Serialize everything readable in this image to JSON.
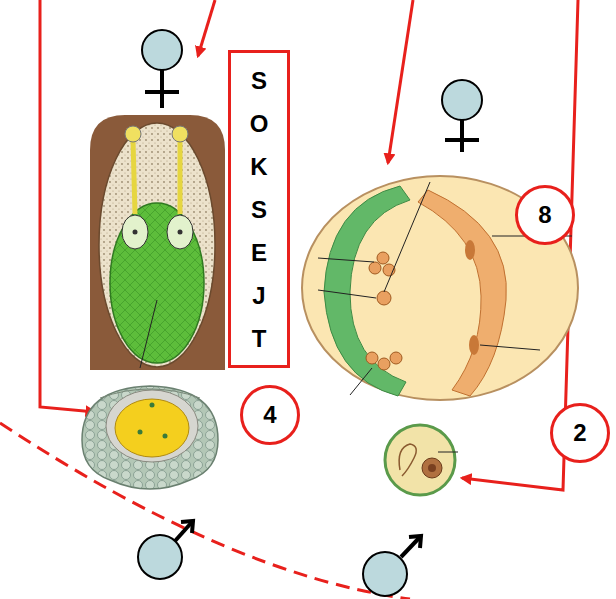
{
  "diagram": {
    "nodes": [
      {
        "text": [
          "SOK SEJT"
        ]
      },
      {
        "text": [
          "8"
        ]
      },
      {
        "text": [
          "4"
        ]
      },
      {
        "text": [
          "2"
        ]
      }
    ]
  }
}
